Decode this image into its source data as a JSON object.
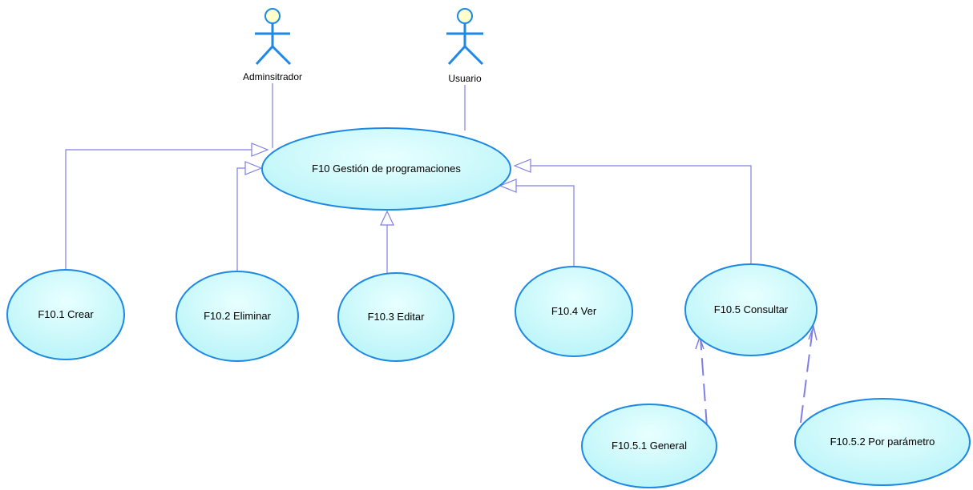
{
  "actors": {
    "admin": {
      "label": "Adminsitrador"
    },
    "user": {
      "label": "Usuario"
    }
  },
  "use_cases": {
    "main": {
      "label": "F10 Gestión de programaciones"
    },
    "crear": {
      "label": "F10.1 Crear"
    },
    "eliminar": {
      "label": "F10.2 Eliminar"
    },
    "editar": {
      "label": "F10.3 Editar"
    },
    "ver": {
      "label": "F10.4 Ver"
    },
    "consultar": {
      "label": "F10.5 Consultar"
    },
    "general": {
      "label": "F10.5.1 General"
    },
    "parametro": {
      "label": "F10.5.2 Por parámetro"
    }
  },
  "colors": {
    "ellipse_fill": "#ccffff",
    "ellipse_stroke": "#1e88e5",
    "connector": "#7f7fe6",
    "actor_stroke": "#1e88e5",
    "actor_head": "#ffffcc"
  }
}
